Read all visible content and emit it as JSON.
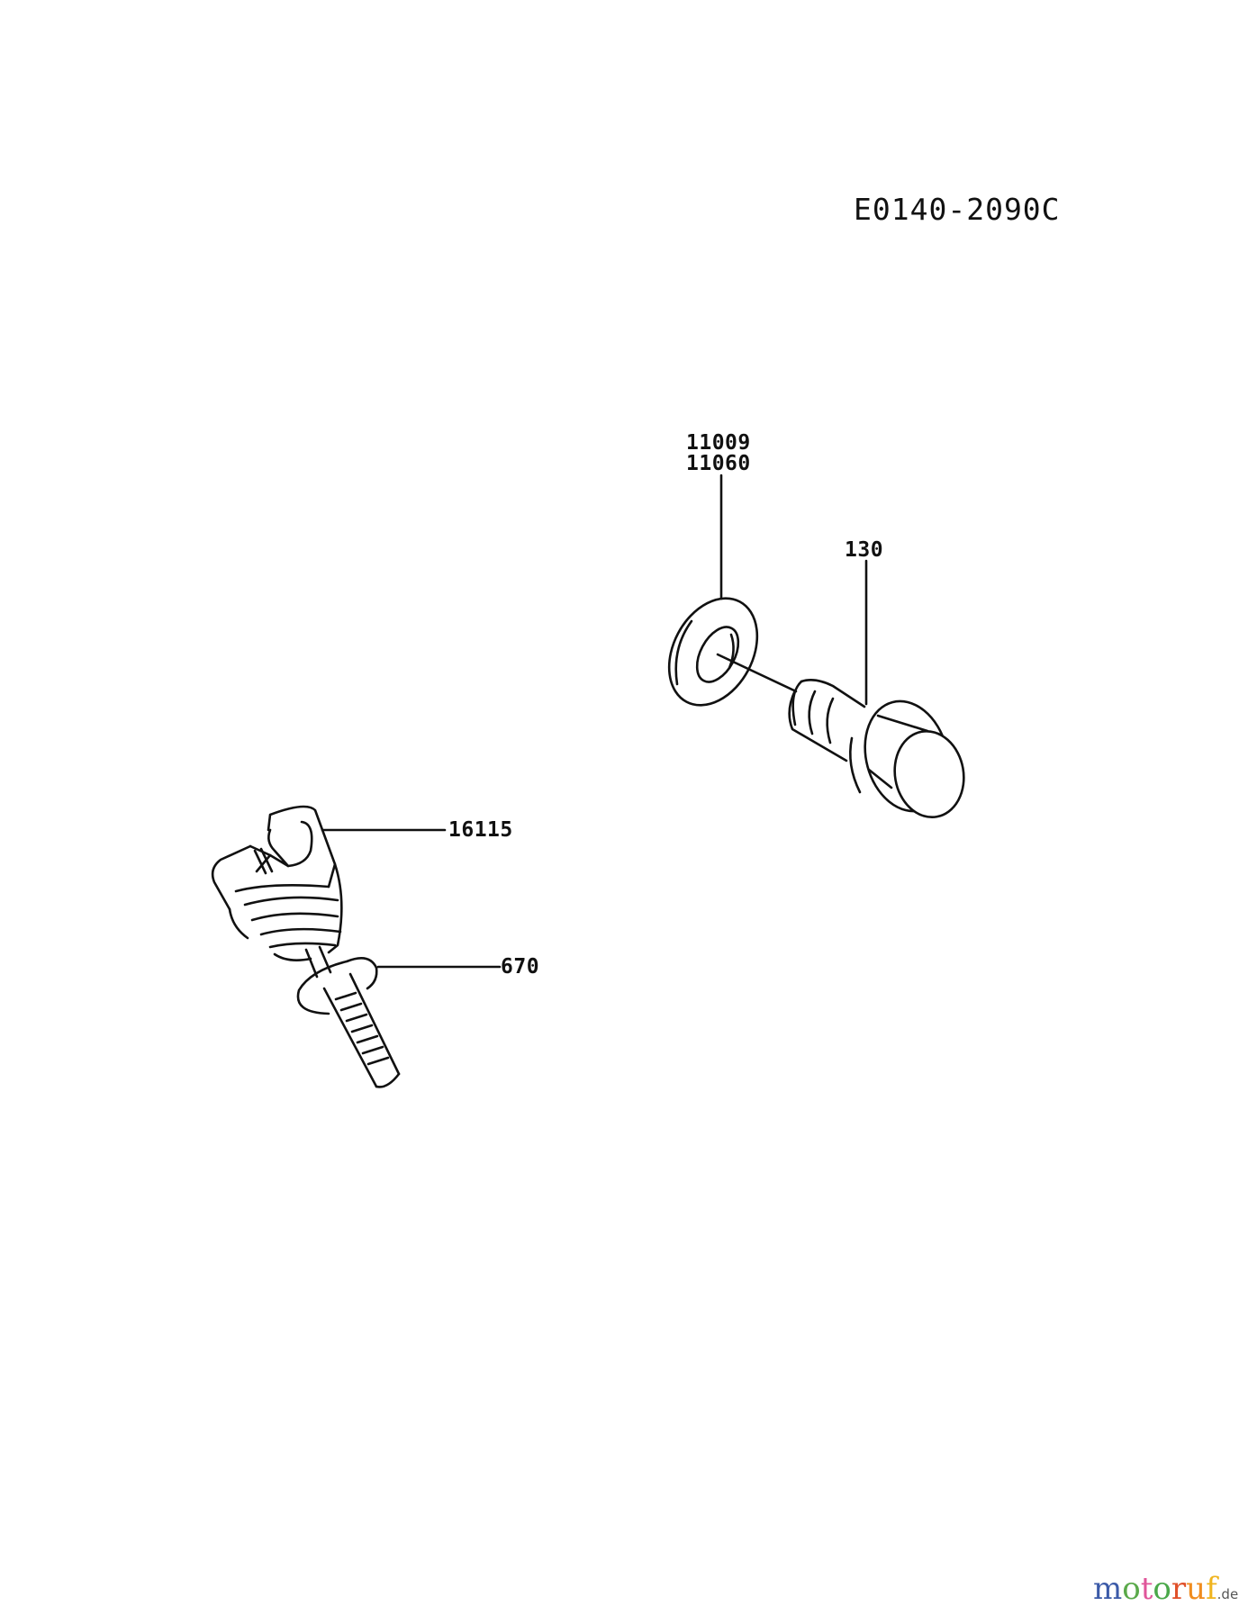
{
  "diagram": {
    "drawing_code": "E0140-2090C",
    "parts": [
      {
        "id": "washer",
        "labels": [
          "11009",
          "11060"
        ]
      },
      {
        "id": "drain-bolt",
        "labels": [
          "130"
        ]
      },
      {
        "id": "dipstick-cap",
        "labels": [
          "16115"
        ]
      },
      {
        "id": "o-ring",
        "labels": [
          "670"
        ]
      }
    ],
    "line_color": "#111111",
    "background": "#ffffff"
  },
  "watermark": {
    "letters": [
      {
        "ch": "m",
        "color": "#3b5aa8"
      },
      {
        "ch": "o",
        "color": "#5aa94a"
      },
      {
        "ch": "t",
        "color": "#e0559a"
      },
      {
        "ch": "o",
        "color": "#4aa84a"
      },
      {
        "ch": "r",
        "color": "#e0502a"
      },
      {
        "ch": "u",
        "color": "#f08c1e"
      },
      {
        "ch": "f",
        "color": "#f0b41e"
      }
    ],
    "tld": ".de",
    "tld_color": "#555555"
  }
}
